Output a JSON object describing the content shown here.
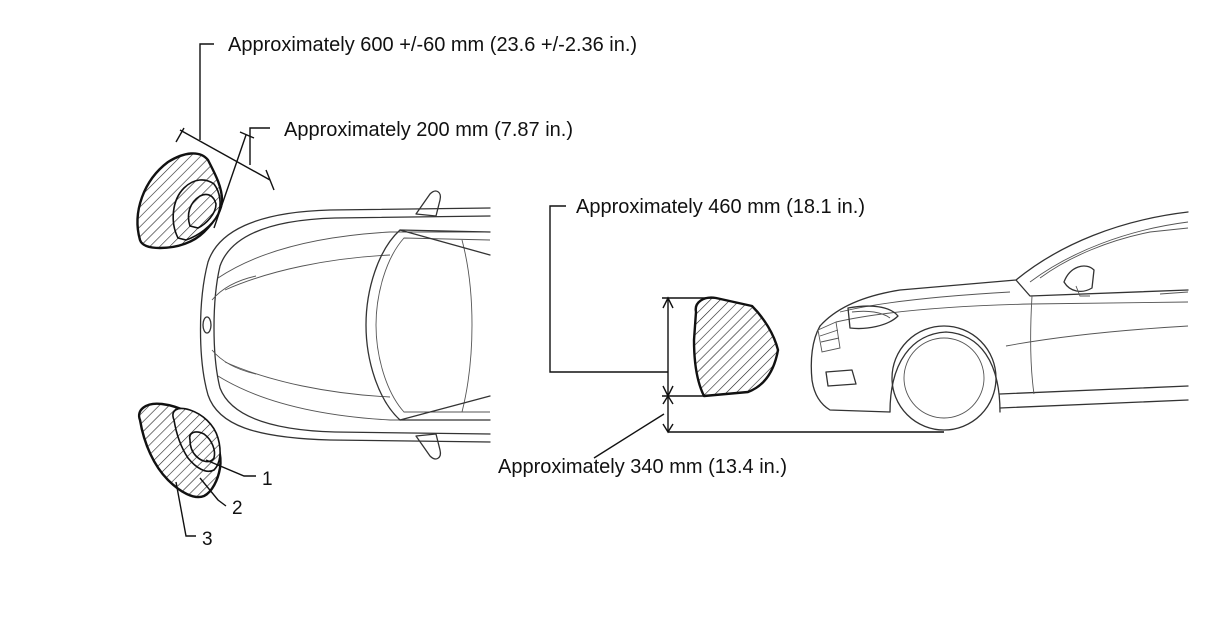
{
  "labels": {
    "dim_600": "Approximately 600 +/-60 mm (23.6 +/-2.36 in.)",
    "dim_200": "Approximately 200 mm (7.87 in.)",
    "dim_460": "Approximately 460 mm (18.1 in.)",
    "dim_340": "Approximately 340 mm (13.4 in.)"
  },
  "callouts": {
    "c1": "1",
    "c2": "2",
    "c3": "3"
  }
}
